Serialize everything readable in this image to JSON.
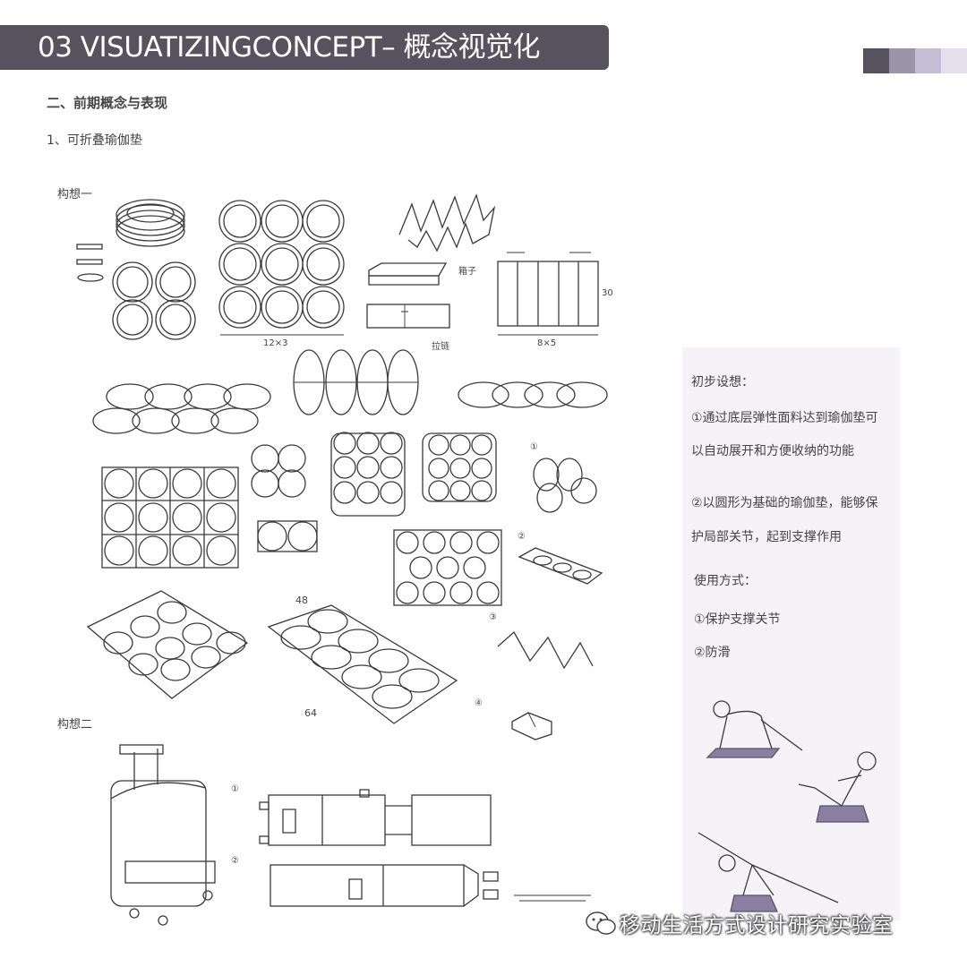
{
  "header": {
    "title": "03 VISUATIZINGCONCEPT– 概念视觉化"
  },
  "palette": [
    "#56525e",
    "#9a95a8",
    "#c4bdd4",
    "#e4e0ec"
  ],
  "section": {
    "heading": "二、前期概念与表现",
    "subheading": "1、可折叠瑜伽垫"
  },
  "concepts": [
    {
      "label": "构想一"
    },
    {
      "label": "构想二"
    }
  ],
  "sketch_annotations": {
    "dim_12x3": "12×3",
    "dim_8x5": "8×5",
    "dim_30": "30",
    "dim_48": "48",
    "dim_64": "64",
    "num_1": "①",
    "num_2": "②",
    "num_3": "③",
    "num_4": "④",
    "zipper": "拉链",
    "box": "箱子"
  },
  "panel": {
    "lines": [
      "初步设想：",
      "①通过底层弹性面料达到瑜伽垫可",
      "以自动展开和方便收纳的功能",
      "②以圆形为基础的瑜伽垫，能够保",
      "护局部关节，起到支撑作用",
      "使用方式：",
      "①保护支撑关节",
      "②防滑"
    ]
  },
  "watermark": {
    "text": "移动生活方式设计研究实验室",
    "icon": "wechat-icon"
  }
}
